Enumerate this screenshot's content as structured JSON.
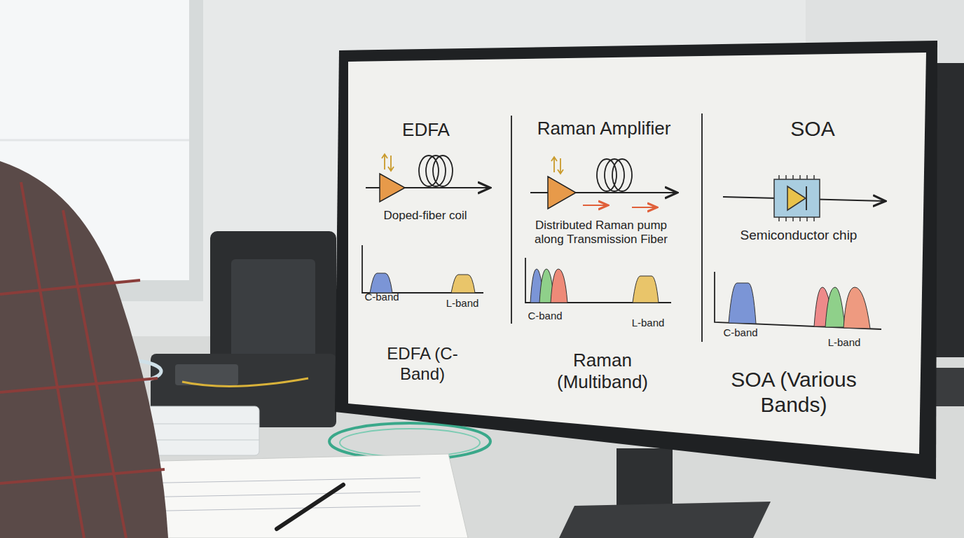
{
  "diagram": {
    "labels": [
      "EDFA",
      "Doped-fiber coil",
      "C-band",
      "L-band",
      "EDFA (C-Band)",
      "Raman Amplifier",
      "Distributed Raman pump along Transmission Fiber",
      "C-band",
      "L-band",
      "Raman (Multiband)",
      "SOA",
      "Semiconductor chip",
      "C-band",
      "L-band",
      "SOA (Various Bands)"
    ]
  }
}
